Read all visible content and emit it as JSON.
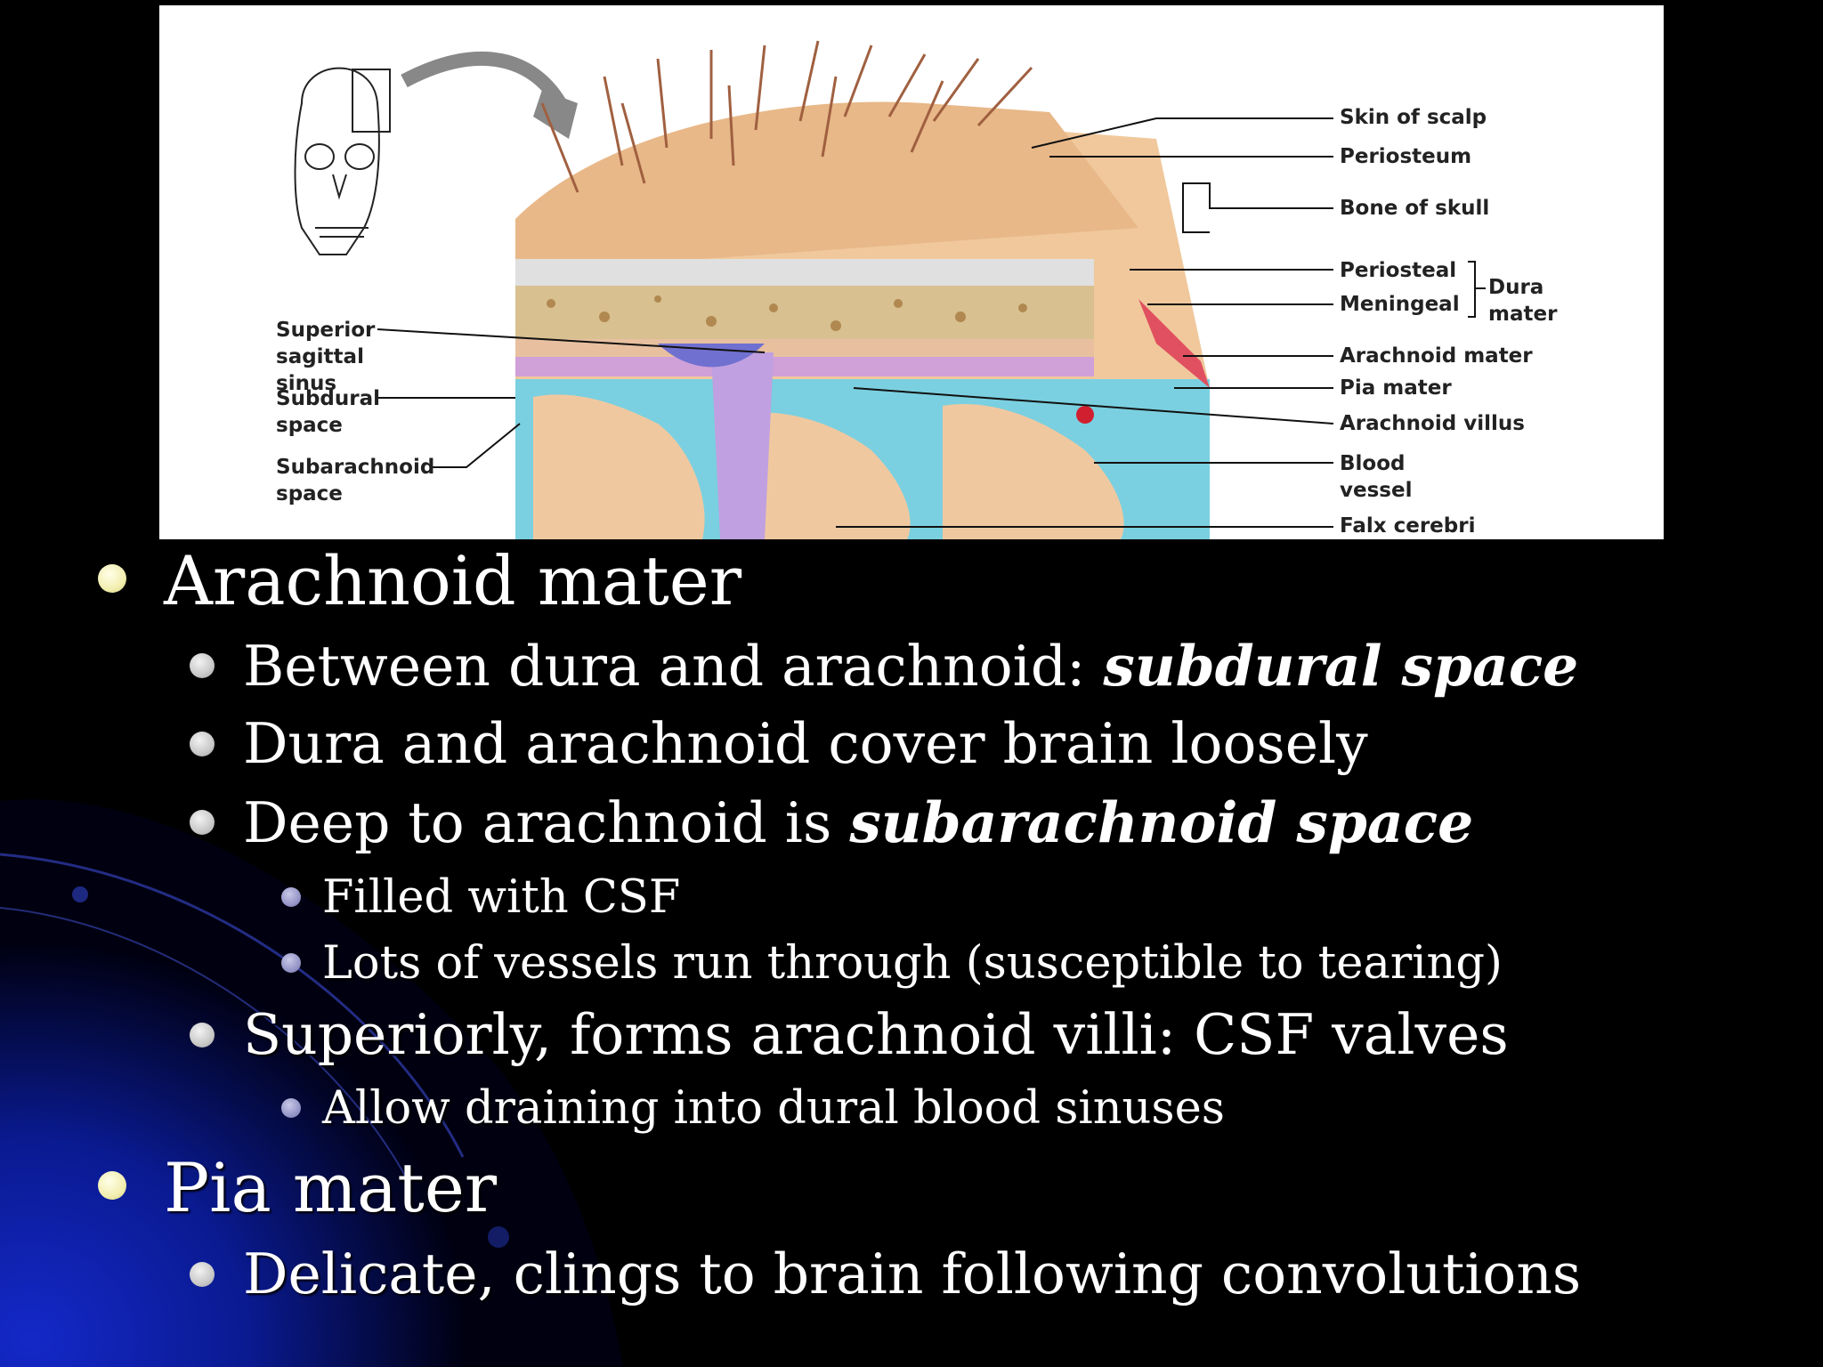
{
  "figure": {
    "labels": {
      "skin_of_scalp": "Skin of scalp",
      "periosteum": "Periosteum",
      "bone_of_skull": "Bone of skull",
      "periosteal": "Periosteal",
      "meningeal": "Meningeal",
      "dura_mater": "Dura mater",
      "arachnoid_mater": "Arachnoid mater",
      "pia_mater": "Pia mater",
      "arachnoid_villus": "Arachnoid villus",
      "blood_vessel": "Blood vessel",
      "falx_cerebri": "Falx cerebri",
      "superior_sagittal_sinus": "Superior sagittal sinus",
      "subdural_space": "Subdural space",
      "subarachnoid_space": "Subarachnoid space"
    }
  },
  "bullets": {
    "arachnoid": {
      "title": "Arachnoid mater",
      "b1_prefix": "Between dura and arachnoid: ",
      "b1_term": "subdural space",
      "b2": "Dura and arachnoid cover brain loosely",
      "b3_prefix": "Deep to arachnoid is ",
      "b3_term": "subarachnoid space",
      "b3_sub1": "Filled with CSF",
      "b3_sub2": "Lots of vessels run through (susceptible to tearing)",
      "b4": "Superiorly, forms arachnoid villi: CSF valves",
      "b4_sub1": "Allow draining into dural blood sinuses"
    },
    "pia": {
      "title": "Pia mater",
      "b1": "Delicate, clings to brain following convolutions"
    }
  },
  "colors": {
    "background": "#000000",
    "accent_blue": "#0a1aa0",
    "bullet_level1": "#f2eeb0",
    "bullet_level2": "#c8c8c8",
    "bullet_level3": "#9696c8"
  }
}
